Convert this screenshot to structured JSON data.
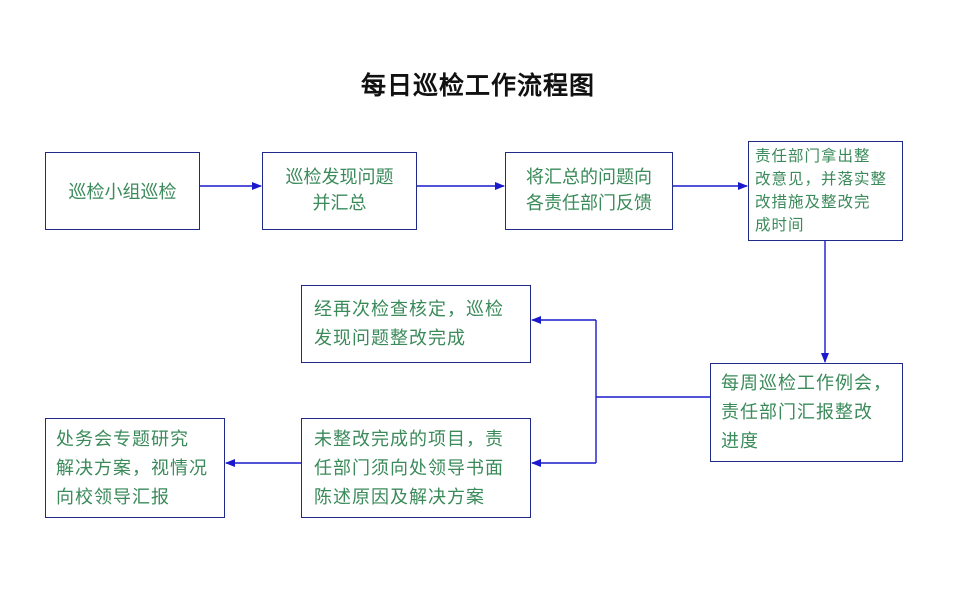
{
  "title": "每日巡检工作流程图",
  "boxes": {
    "patrol": "巡检小组巡检",
    "find": [
      "巡检发现问题",
      "并汇总"
    ],
    "feedback": [
      "将汇总的问题向",
      "各责任部门反馈"
    ],
    "dept": [
      "责任部门拿出整",
      "改意见，并落实整",
      "改措施及整改完",
      "成时间"
    ],
    "weekly": [
      "每周巡检工作例会，",
      "责任部门汇报整改",
      "进度"
    ],
    "recheck": [
      "经再次检查核定，巡检",
      "发现问题整改完成"
    ],
    "unfinished": [
      "未整改完成的项目，责",
      "任部门须向处领导书面",
      "陈述原因及解决方案"
    ],
    "office": [
      "处务会专题研究",
      "解决方案，视情况",
      "向校领导汇报"
    ]
  },
  "colors": {
    "box_border": "#1f2a8a",
    "box_text": "#3a8a5a",
    "arrow": "#1a1acc",
    "title": "#111111"
  }
}
